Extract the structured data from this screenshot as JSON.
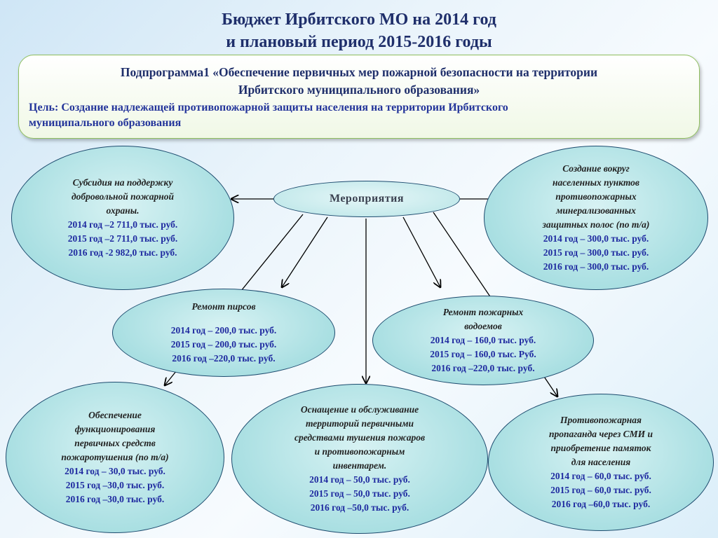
{
  "title": {
    "line1": "Бюджет Ирбитского МО на 2014 год",
    "line2": "и плановый период 2015-2016 годы"
  },
  "program": {
    "heading_line1": "Подпрограмма1 «Обеспечение первичных мер пожарной безопасности на территории",
    "heading_line2": "Ирбитского муниципального образования»",
    "goal_line1": "Цель: Создание надлежащей противопожарной защиты населения на территории Ирбитского",
    "goal_line2": "муниципального образования"
  },
  "center": {
    "label": "Мероприятия"
  },
  "activities": {
    "subsidy": {
      "desc": [
        "Субсидия на поддержку",
        "добровольной пожарной",
        "охраны."
      ],
      "years": [
        "2014 год –2 711,0 тыс. руб.",
        "2015 год –2 711,0 тыс. руб.",
        "2016 год -2 982,0 тыс. руб."
      ]
    },
    "strips": {
      "desc": [
        "Создание вокруг",
        "населенных пунктов",
        "противопожарных",
        "минерализованных",
        "защитных полос (по т/а)"
      ],
      "years": [
        "2014 год – 300,0 тыс. руб.",
        "2015 год – 300,0 тыс. руб.",
        "2016 год – 300,0 тыс. руб."
      ]
    },
    "piers": {
      "desc": [
        "Ремонт пирсов"
      ],
      "years": [
        "2014 год – 200,0 тыс. руб.",
        "2015 год – 200,0 тыс. руб.",
        "2016 год –220,0 тыс. руб."
      ]
    },
    "reservoirs": {
      "desc": [
        "Ремонт пожарных",
        "водоемов"
      ],
      "years": [
        "2014 год – 160,0 тыс. руб.",
        "2015 год – 160,0 тыс. Руб.",
        "2016 год –220,0 тыс. руб."
      ]
    },
    "primary_means": {
      "desc": [
        "Обеспечение",
        "функционирования",
        "первичных средств",
        "пожаротушения (по т/а)"
      ],
      "years": [
        "2014 год – 30,0 тыс. руб.",
        "2015 год –30,0 тыс. руб.",
        "2016 год –30,0 тыс. руб."
      ]
    },
    "equipment": {
      "desc": [
        "Оснащение и обслуживание",
        "территорий первичными",
        "средствами тушения пожаров",
        "и противопожарным",
        "инвентарем."
      ],
      "years": [
        "2014 год – 50,0 тыс. руб.",
        "2015 год – 50,0 тыс. руб.",
        "2016 год –50,0 тыс. руб."
      ]
    },
    "propaganda": {
      "desc": [
        "Противопожарная",
        "пропаганда через  СМИ и",
        "приобретение памяток",
        "для населения"
      ],
      "years": [
        "2014 год – 60,0 тыс. руб.",
        "2015 год – 60,0 тыс. руб.",
        "2016 год –60,0 тыс. руб."
      ]
    }
  }
}
